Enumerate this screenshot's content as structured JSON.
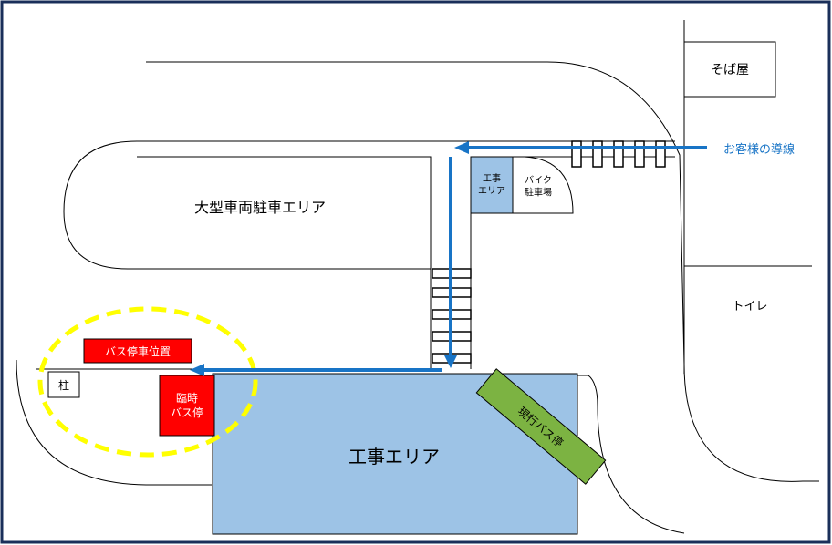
{
  "labels": {
    "soba_shop": "そば屋",
    "large_vehicle_parking": "大型車両駐車エリア",
    "construction_small": "工事\nエリア",
    "bike_parking": "バイク\n駐車場",
    "guide_route": "お客様の導線",
    "toilet": "トイレ",
    "bus_stop_position": "バス停車位置",
    "pillar": "柱",
    "temporary_bus_stop": "臨時\nバス停",
    "construction_main": "工事エリア",
    "current_bus_stop": "現行バス停"
  },
  "colors": {
    "frame": "#1a2f5a",
    "route_arrow": "#1874c6",
    "route_text": "#1874c6",
    "construction_fill": "#9dc3e6",
    "bus_red": "#ff0000",
    "current_stop_green": "#7cb342",
    "highlight_ellipse": "#ffff00"
  }
}
